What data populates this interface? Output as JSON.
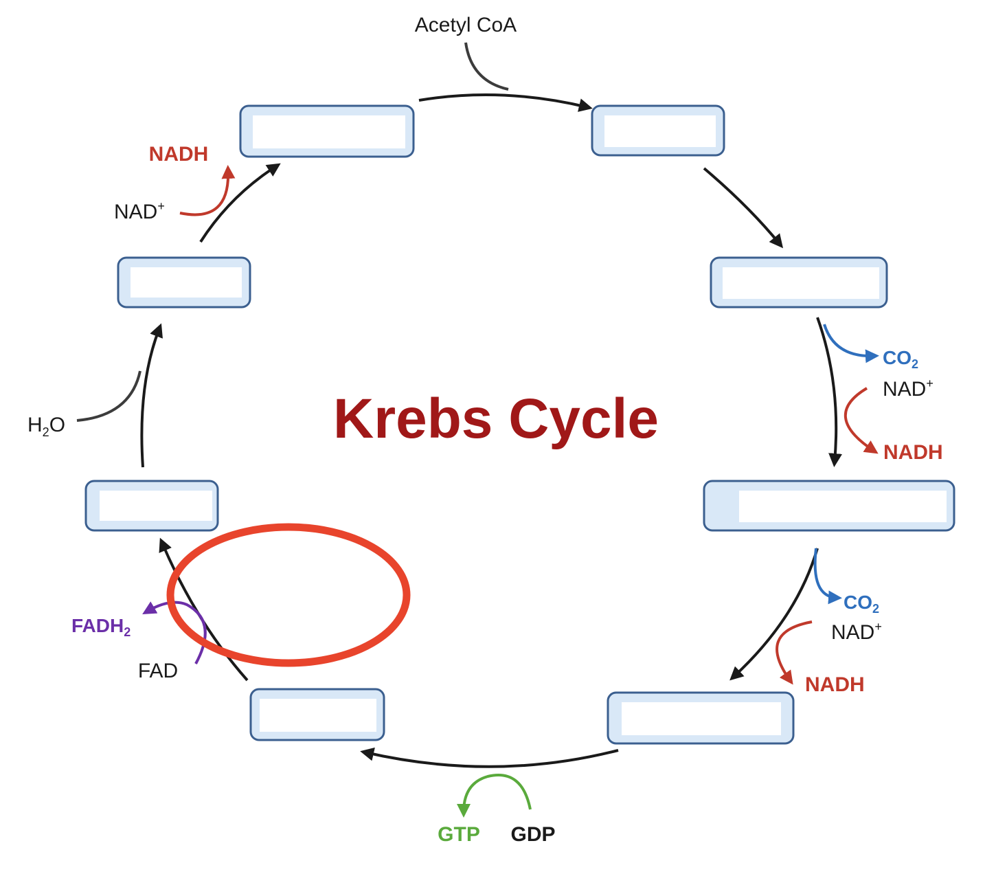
{
  "title": "Krebs Cycle",
  "labels": {
    "acetyl_coa": "Acetyl CoA",
    "nadh_top": "NADH",
    "nad_top": "NAD",
    "nad_sup": "+",
    "h2o_h": "H",
    "h2o_sub": "2",
    "h2o_o": "O",
    "co2_1_c": "CO",
    "co2_1_sub": "2",
    "nad_right_1": "NAD",
    "nadh_right_1": "NADH",
    "co2_2_c": "CO",
    "co2_2_sub": "2",
    "nad_right_2": "NAD",
    "nadh_right_2": "NADH",
    "gtp": "GTP",
    "gdp": "GDP",
    "fadh2_main": "FADH",
    "fadh2_sub": "2",
    "fad": "FAD"
  },
  "boxes": [
    "",
    "",
    "",
    "",
    "",
    "",
    "",
    ""
  ],
  "colors": {
    "title": "#a01818",
    "nadh": "#c0392b",
    "co2": "#2f6fbd",
    "gtp": "#5aaa3c",
    "fadh2": "#6b2fa8",
    "box_border": "#3b5f8f",
    "box_fill": "#d9e8f7",
    "annotation": "#e8442c"
  }
}
